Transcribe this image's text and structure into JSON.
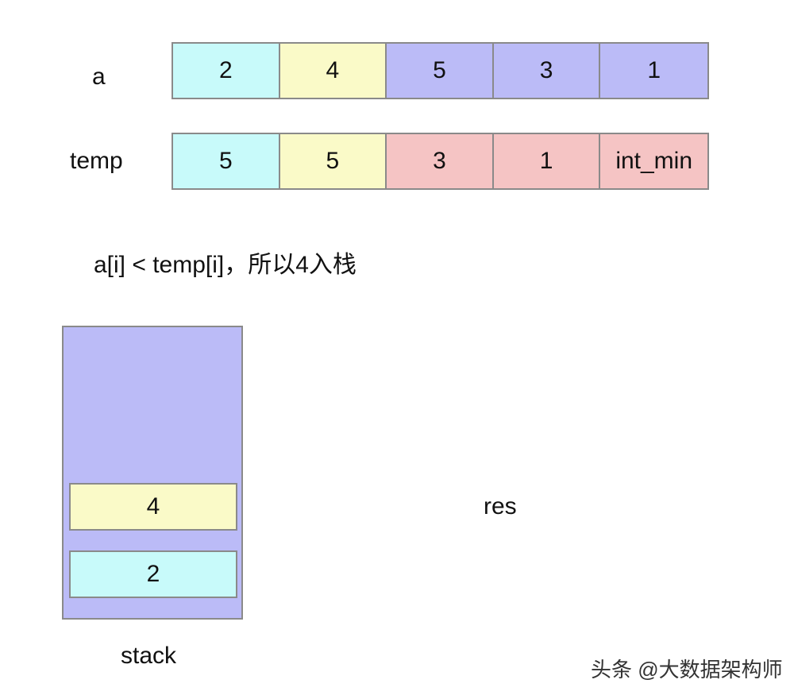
{
  "rows": [
    {
      "label": "a",
      "cells": [
        {
          "value": "2",
          "color": "#c8fafa"
        },
        {
          "value": "4",
          "color": "#fafac8"
        },
        {
          "value": "5",
          "color": "#bbbbf7"
        },
        {
          "value": "3",
          "color": "#bbbbf7"
        },
        {
          "value": "1",
          "color": "#bbbbf7"
        }
      ]
    },
    {
      "label": "temp",
      "cells": [
        {
          "value": "5",
          "color": "#c8fafa"
        },
        {
          "value": "5",
          "color": "#fafac8"
        },
        {
          "value": "3",
          "color": "#f5c4c4"
        },
        {
          "value": "1",
          "color": "#f5c4c4"
        },
        {
          "value": "int_min",
          "color": "#f5c4c4"
        }
      ]
    }
  ],
  "caption": "a[i] < temp[i]，所以4入栈",
  "stack": {
    "label": "stack",
    "items": [
      {
        "value": "4",
        "color": "#fafac8"
      },
      {
        "value": "2",
        "color": "#c8fafa"
      }
    ]
  },
  "res_label": "res",
  "watermark": "头条 @大数据架构师"
}
